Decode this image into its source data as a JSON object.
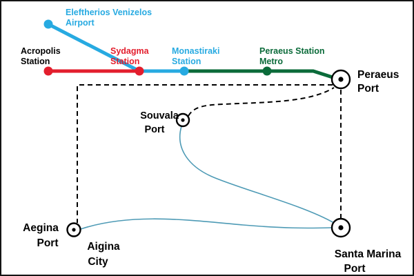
{
  "colors": {
    "metro_red": "#e31e2d",
    "metro_cyan": "#27aae1",
    "metro_green": "#0b6b3a",
    "ferry_teal": "#4d9ab5",
    "ink": "#000000",
    "background": "#ffffff"
  },
  "metro": {
    "stations": {
      "airport": {
        "line1": "Eleftherios Venizelos",
        "line2": "Airport"
      },
      "acropolis": {
        "line1": "Acropolis",
        "line2": "Station"
      },
      "sydagma": {
        "line1": "Sydagma",
        "line2": "Station"
      },
      "monastiraki": {
        "line1": "Monastiraki",
        "line2": "Station"
      },
      "peraeus_metro": {
        "line1": "Peraeus Station",
        "line2": "Metro"
      }
    }
  },
  "ports": {
    "peraeus": {
      "line1": "Peraeus",
      "line2": "Port"
    },
    "souvala": {
      "line1": "Souvala",
      "line2": "Port"
    },
    "aegina": {
      "line1": "Aegina",
      "line2": "Port"
    },
    "aigina_city": {
      "line1": "Aigina",
      "line2": "City"
    },
    "santa_marina": {
      "line1": "Santa Marina",
      "line2": "Port"
    }
  }
}
